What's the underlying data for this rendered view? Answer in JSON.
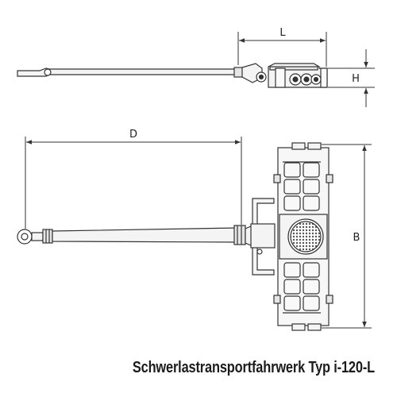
{
  "caption": "Schwerlastransportfahrwerk Typ i-120-L",
  "dimensions": {
    "top_length": "L",
    "height": "H",
    "drawbar_length": "D",
    "width": "B"
  },
  "colors": {
    "line": "#333333",
    "fill": "#f4f4f4",
    "text": "#1c1c1c"
  }
}
